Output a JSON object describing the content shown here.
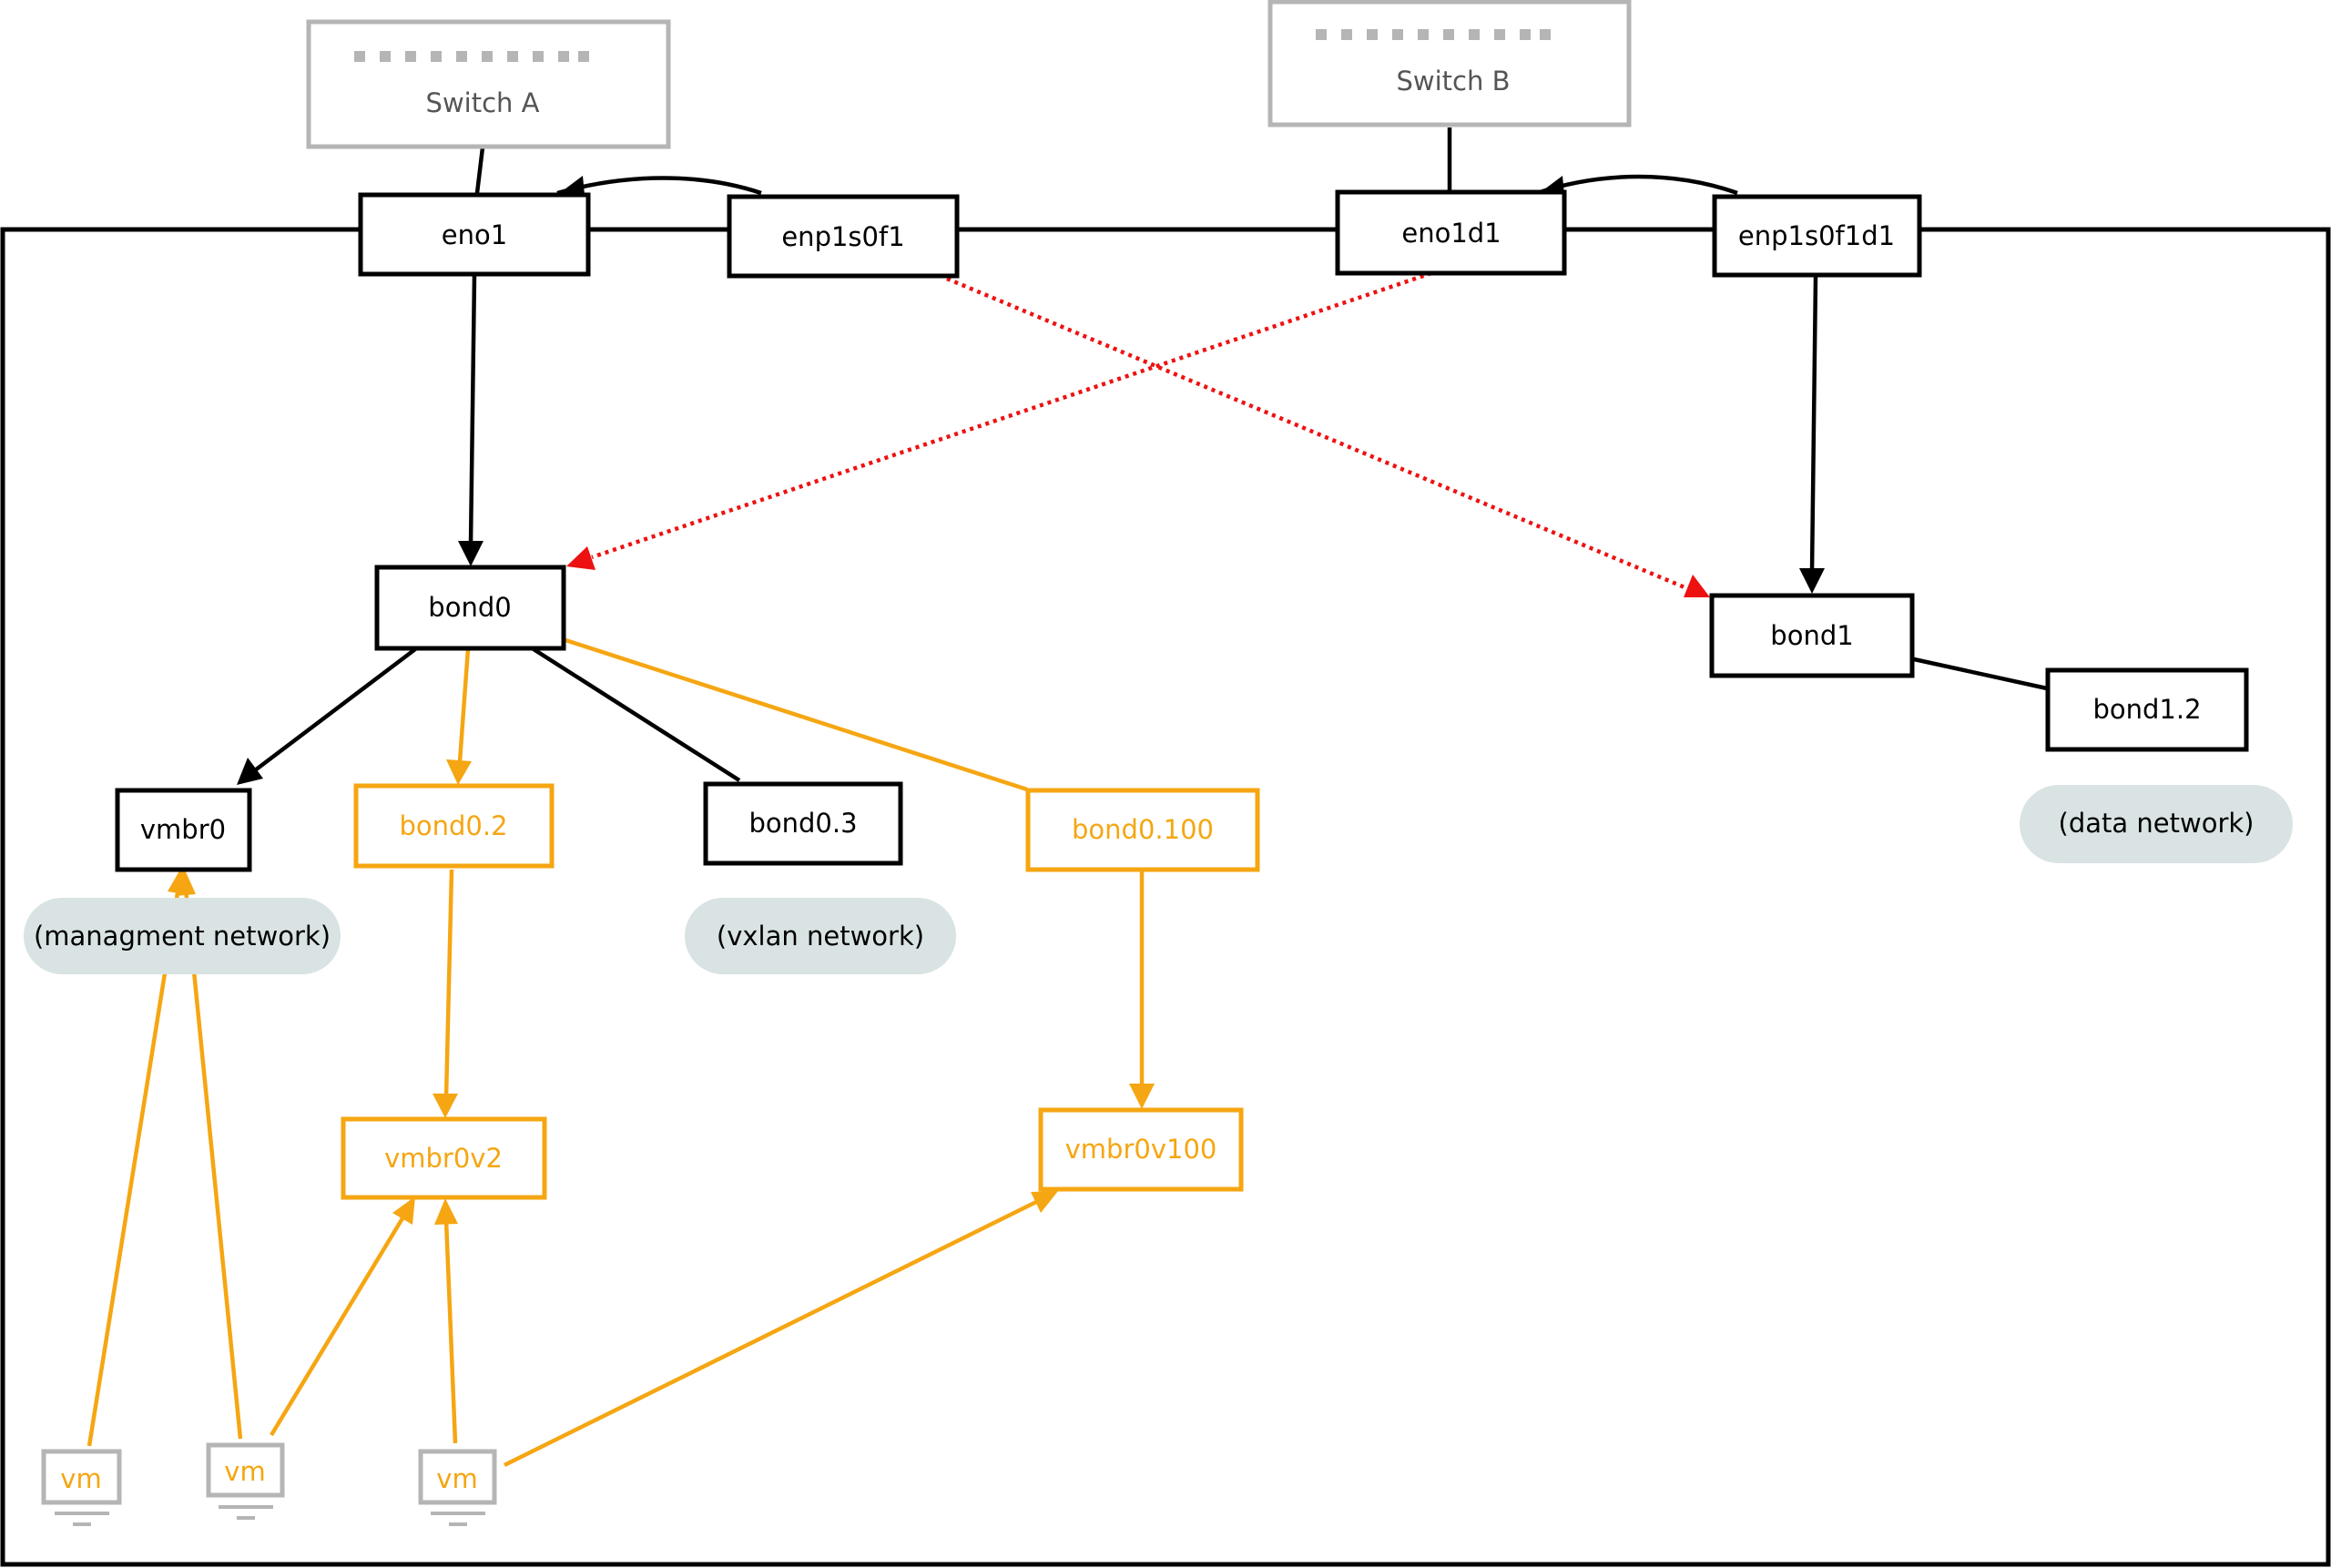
{
  "colors": {
    "black": "#000000",
    "orange": "#f5a612",
    "red": "#ee1111",
    "gray": "#b5b5b5",
    "pill": "#d9e3e3",
    "switch_text": "#555555"
  },
  "switches": {
    "a": {
      "label": "Switch A"
    },
    "b": {
      "label": "Switch B"
    }
  },
  "interfaces": {
    "eno1": "eno1",
    "enp1s0f1": "enp1s0f1",
    "eno1d1": "eno1d1",
    "enp1s0f1d1": "enp1s0f1d1",
    "bond0": "bond0",
    "bond1": "bond1",
    "bond1_2": "bond1.2",
    "vmbr0": "vmbr0",
    "bond0_2": "bond0.2",
    "bond0_3": "bond0.3",
    "bond0_100": "bond0.100",
    "vmbr0v2": "vmbr0v2",
    "vmbr0v100": "vmbr0v100"
  },
  "networks": {
    "management": "(managment network)",
    "vxlan": "(vxlan network)",
    "data": "(data network)"
  },
  "vms": [
    {
      "label": "vm"
    },
    {
      "label": "vm"
    },
    {
      "label": "vm"
    }
  ]
}
